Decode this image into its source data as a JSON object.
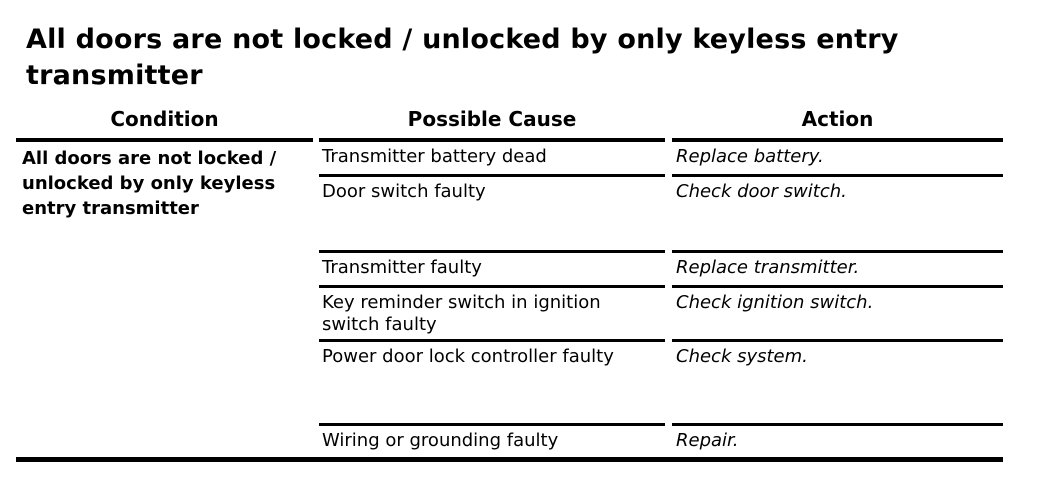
{
  "page": {
    "title": "All doors are not locked / unlocked by only keyless entry\ntransmitter"
  },
  "table": {
    "headers": {
      "condition": "Condition",
      "possible_cause": "Possible Cause",
      "action": "Action"
    },
    "condition": "All doors are not locked /\nunlocked by only keyless\nentry transmitter",
    "rows": [
      {
        "cause": "Transmitter battery dead",
        "action": "Replace battery."
      },
      {
        "cause": "Door switch faulty",
        "action": "Check door switch."
      },
      {
        "cause": "Transmitter faulty",
        "action": "Replace transmitter."
      },
      {
        "cause": "Key reminder switch in ignition switch faulty",
        "action": "Check ignition switch."
      },
      {
        "cause": "Power door lock controller faulty",
        "action": "Check system."
      },
      {
        "cause": "Wiring or grounding faulty",
        "action": "Repair."
      }
    ]
  },
  "colors": {
    "text": "#000000",
    "background": "#ffffff",
    "rule": "#000000"
  }
}
